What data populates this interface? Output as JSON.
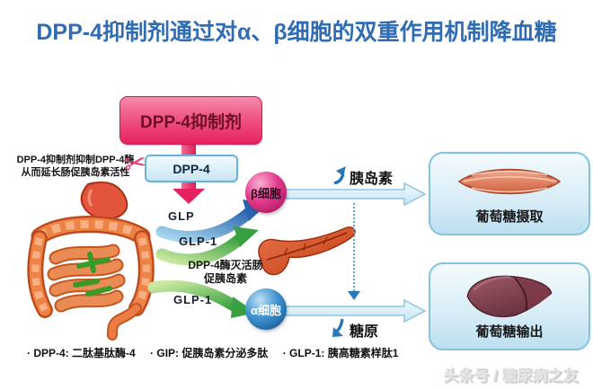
{
  "title": "DPP-4抑制剂通过对α、β细胞的双重作用机制降血糖",
  "inhibitor_box": {
    "label": "DPP-4抑制剂"
  },
  "side_note": {
    "line1": "DPP-4抑制剂抑制DPP-4酶",
    "line2": "从而延长肠促胰岛素活性"
  },
  "enzyme_box": {
    "label": "DPP-4"
  },
  "ribbons": {
    "glp": "GLP",
    "glp1_beta": "GLP-1",
    "glp1_alpha": "GLP-1"
  },
  "cells": {
    "beta": "β细胞",
    "alpha": "α细胞"
  },
  "inactivation_note": {
    "line1": "DPP-4酶灭活肠",
    "line2": "促胰岛素"
  },
  "pathways": {
    "insulin": "胰岛素",
    "glycogen": "糖原"
  },
  "organs": {
    "muscle_caption": "葡萄糖摄取",
    "liver_caption": "葡萄糖输出"
  },
  "footnote": {
    "dpp4": "· DPP-4: 二肽基肽酶-4",
    "gip": "· GIP: 促胰岛素分泌多肽",
    "glp1": "· GLP-1: 胰高糖素样肽1"
  },
  "watermark": "头条号 / 糖尿病之友",
  "icons": {
    "scissors": "✂"
  },
  "colors": {
    "title_blue": "#2f6cb3",
    "inhibitor_pink": "#e6215f",
    "enzyme_box_blue": "#66b2d8",
    "glp_ribbon_blue": "#2a66b0",
    "glp1_ribbon_green": "#3aa040",
    "beta_cell_pink": "#e43a8e",
    "alpha_cell_blue": "#3f92cf",
    "flow_arrow_lightblue": "#dbeff8",
    "swoosh_blue": "#2878b8"
  }
}
